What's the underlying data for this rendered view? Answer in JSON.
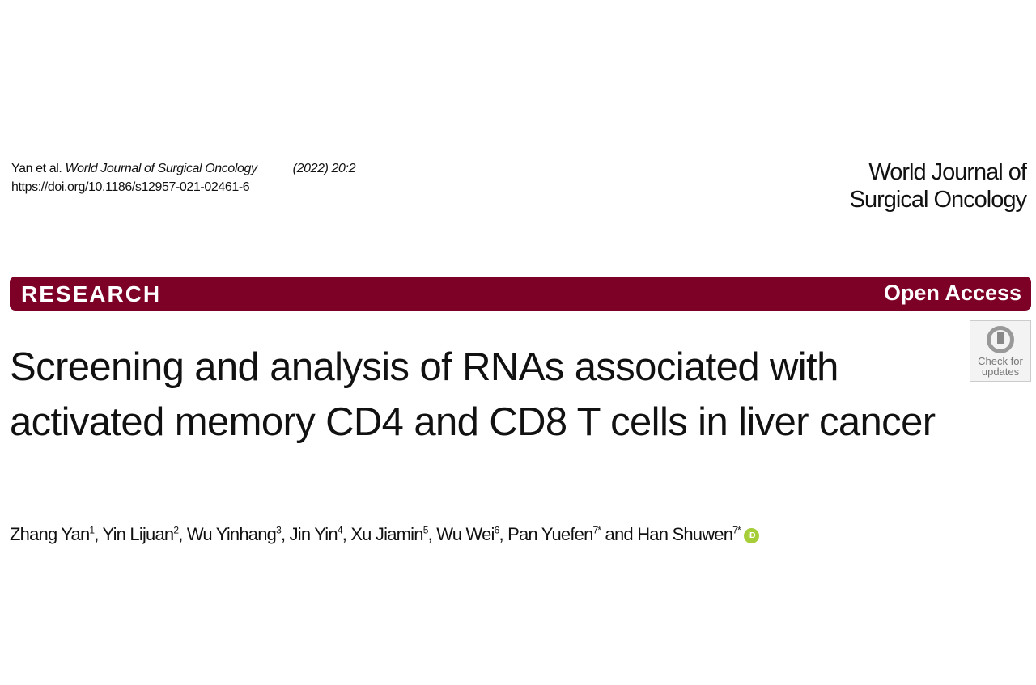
{
  "header": {
    "citation_authors": "Yan et al.",
    "citation_journal": "World Journal of Surgical Oncology",
    "citation_year_vol": "(2022) 20:2",
    "doi": "https://doi.org/10.1186/s12957-021-02461-6",
    "journal_line1": "World Journal of",
    "journal_line2": "Surgical Oncology"
  },
  "banner": {
    "type": "RESEARCH",
    "access": "Open Access",
    "color": "#7d0026"
  },
  "check_updates": {
    "line1": "Check for",
    "line2": "updates"
  },
  "title": "Screening and analysis of RNAs associated with activated memory CD4 and CD8 T cells in liver cancer",
  "authors": [
    {
      "name": "Zhang Yan",
      "sup": "1",
      "sep": ", "
    },
    {
      "name": "Yin Lijuan",
      "sup": "2",
      "sep": ", "
    },
    {
      "name": "Wu Yinhang",
      "sup": "3",
      "sep": ", "
    },
    {
      "name": "Jin Yin",
      "sup": "4",
      "sep": ", "
    },
    {
      "name": "Xu Jiamin",
      "sup": "5",
      "sep": ", "
    },
    {
      "name": "Wu Wei",
      "sup": "6",
      "sep": ", "
    },
    {
      "name": "Pan Yuefen",
      "sup": "7*",
      "sep": " and "
    },
    {
      "name": "Han Shuwen",
      "sup": "7*",
      "sep": ""
    }
  ],
  "orcid_label": "iD"
}
